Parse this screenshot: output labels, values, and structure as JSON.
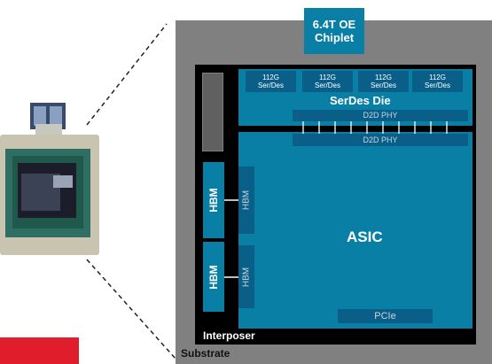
{
  "diagram": {
    "chiplet_tab": {
      "line1": "6.4T OE",
      "line2": "Chiplet"
    },
    "substrate_label": "Substrate",
    "interposer_label": "Interposer",
    "serdes_die": {
      "label": "SerDes Die",
      "blocks": [
        {
          "line1": "112G",
          "line2": "Ser/Des"
        },
        {
          "line1": "112G",
          "line2": "Ser/Des"
        },
        {
          "line1": "112G",
          "line2": "Ser/Des"
        },
        {
          "line1": "112G",
          "line2": "Ser/Des"
        }
      ],
      "d2d_phy": "D2D PHY"
    },
    "asic": {
      "label": "ASIC",
      "d2d_phy": "D2D PHY",
      "pcie": "PCIe"
    },
    "hbm_stacks": [
      {
        "outer": "HBM",
        "inner": "HBM"
      },
      {
        "outer": "HBM",
        "inner": "HBM"
      }
    ]
  },
  "colors": {
    "substrate": "#808080",
    "interposer": "#000000",
    "die_blue": "#0a7fa5",
    "dark_blue": "#0a5f88",
    "brand_red": "#e01e2b"
  }
}
